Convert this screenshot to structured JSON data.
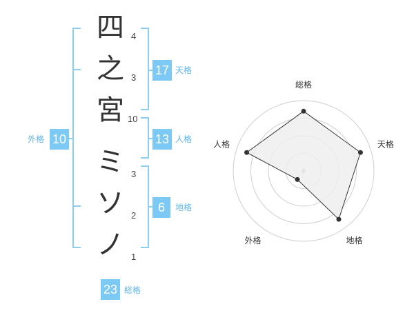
{
  "name": {
    "characters": [
      {
        "char": "四",
        "strokes": "4"
      },
      {
        "char": "之",
        "strokes": "3"
      },
      {
        "char": "宮",
        "strokes": "10"
      },
      {
        "char": "ミ",
        "strokes": "3"
      },
      {
        "char": "ソ",
        "strokes": "2"
      },
      {
        "char": "ノ",
        "strokes": "1"
      }
    ]
  },
  "kakusu": {
    "tenkaku": {
      "value": "17",
      "label": "天格"
    },
    "jinkaku": {
      "value": "13",
      "label": "人格"
    },
    "chikaku": {
      "value": "6",
      "label": "地格"
    },
    "gaikaku": {
      "value": "10",
      "label": "外格"
    },
    "soukaku": {
      "value": "23",
      "label": "総格"
    }
  },
  "colors": {
    "accent": "#7dc9f5",
    "accent_text": "#5fb6ec",
    "bracket": "#8ccdf2",
    "radar_fill": "#eeeeee",
    "radar_stroke": "#333333"
  },
  "chart_data": {
    "type": "radar",
    "axes": [
      "総格",
      "天格",
      "地格",
      "外格",
      "人格"
    ],
    "values": [
      0.85,
      0.85,
      0.85,
      0.15,
      0.85
    ],
    "range": [
      0,
      1
    ],
    "rings": 4
  }
}
